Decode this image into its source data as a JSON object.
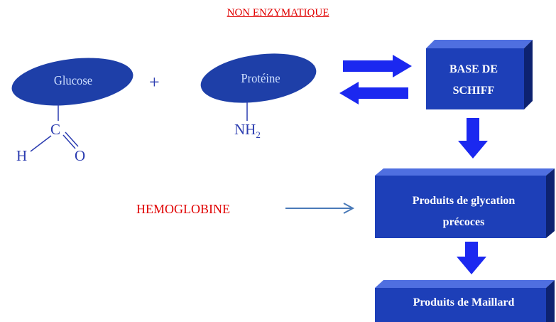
{
  "title": "NON ENZYMATIQUE",
  "glucose_label": "Glucose",
  "plus_sign": "+",
  "proteine_label": "Protéine",
  "aldehyde": {
    "c": "C",
    "h": "H",
    "o": "O"
  },
  "amine": {
    "base": "NH",
    "sub": "2"
  },
  "schiff_box": {
    "line1": "BASE DE",
    "line2": "SCHIFF"
  },
  "early_products_box": {
    "line1": "Produits de glycation",
    "line2": "précoces"
  },
  "maillard_box": {
    "line1": "Produits de Maillard"
  },
  "hemoglobine_label": "HEMOGLOBINE",
  "colors": {
    "title_red": "#e00000",
    "oval_blue": "#1e3fa8",
    "box_front": "#1d3fb8",
    "box_top": "#4f6fe0",
    "box_side": "#0d2270",
    "arrow_blue": "#1b28f0",
    "thin_arrow": "#4a7ab8",
    "chem_blue": "#2b3cb0"
  },
  "icons": [
    "equilibrium-arrows-icon",
    "down-arrow-icon",
    "right-arrow-icon"
  ]
}
